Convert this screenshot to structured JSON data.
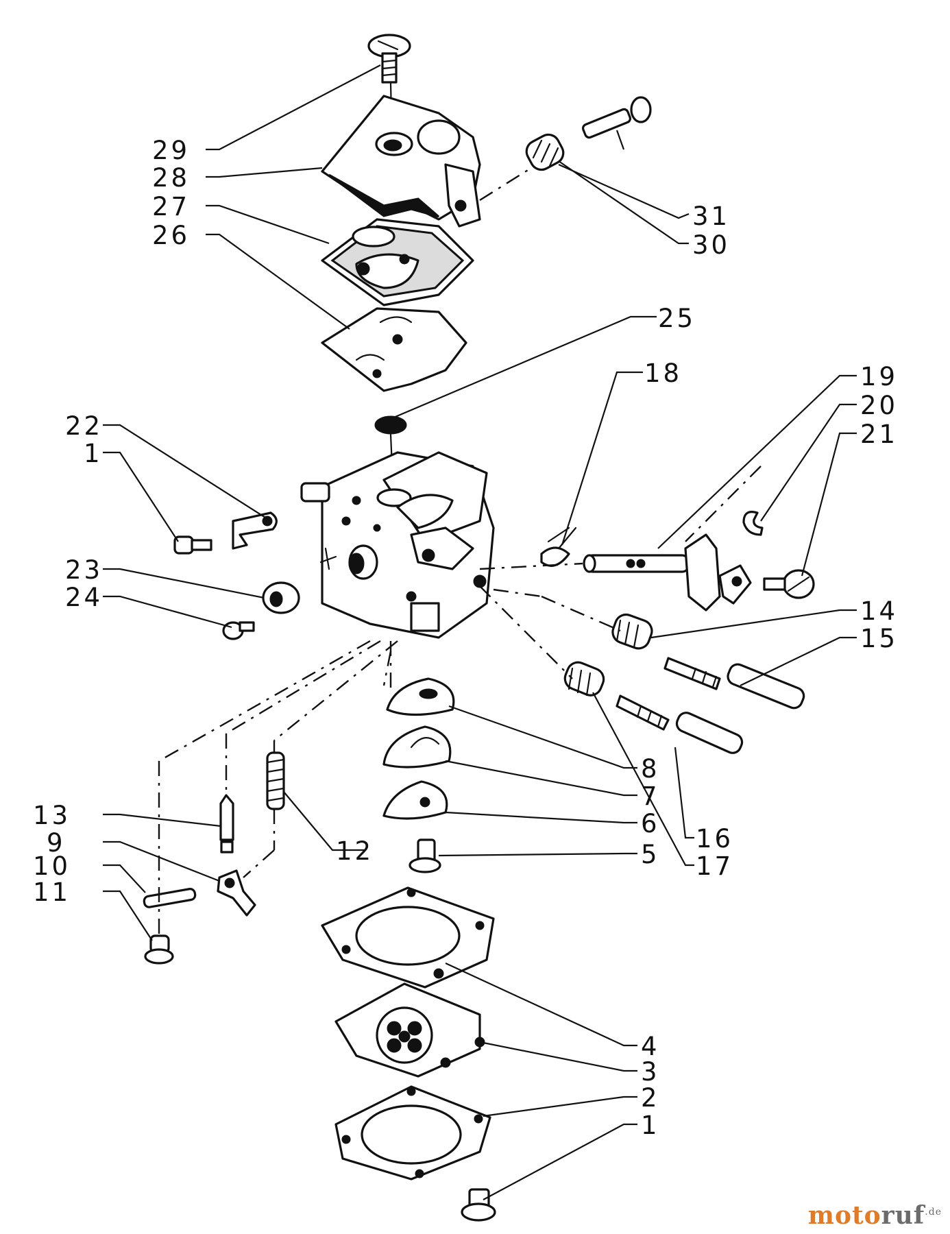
{
  "labels": {
    "l1_top": "1",
    "l1_bottom": "1",
    "l2": "2",
    "l3": "3",
    "l4": "4",
    "l5": "5",
    "l6": "6",
    "l7": "7",
    "l8": "8",
    "l9": "9",
    "l10": "10",
    "l11": "11",
    "l12": "12",
    "l13": "13",
    "l14": "14",
    "l15": "15",
    "l16": "16",
    "l17": "17",
    "l18": "18",
    "l19": "19",
    "l20": "20",
    "l21": "21",
    "l22": "22",
    "l23": "23",
    "l24": "24",
    "l25": "25",
    "l26": "26",
    "l27": "27",
    "l28": "28",
    "l29": "29",
    "l30": "30",
    "l31": "31"
  },
  "watermark": {
    "part_a": "moto",
    "part_b": "ruf",
    "part_c": ".de"
  },
  "colors": {
    "ink": "#111111",
    "paper": "#ffffff",
    "watermark_orange": "#e07b2a",
    "watermark_gray": "#6b6b6b"
  }
}
